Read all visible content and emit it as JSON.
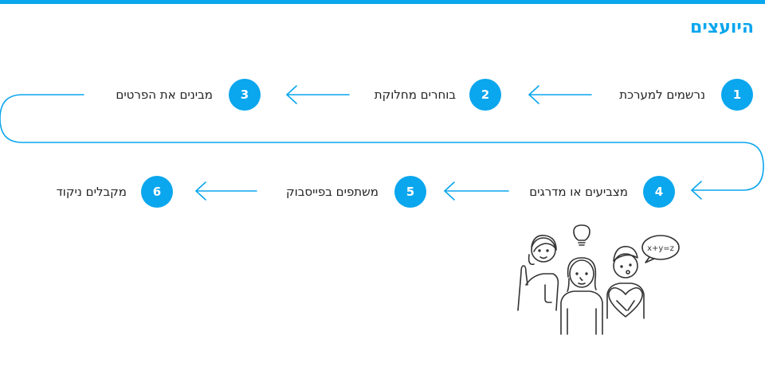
{
  "header": {
    "title": "היועצים",
    "accent_color": "#0aa6ee"
  },
  "steps": [
    {
      "number": "1",
      "label": "נרשמים למערכת"
    },
    {
      "number": "2",
      "label": "בוחרים מחלוקת"
    },
    {
      "number": "3",
      "label": "מבינים את הפרטים"
    },
    {
      "number": "4",
      "label": "מצביעים או מדרגים"
    },
    {
      "number": "5",
      "label": "משתפים בפייסבוק"
    },
    {
      "number": "6",
      "label": "מקבלים ניקוד"
    }
  ],
  "illustration": {
    "icon": "people-discussion-icon",
    "bubble_text": "x+y=z"
  }
}
